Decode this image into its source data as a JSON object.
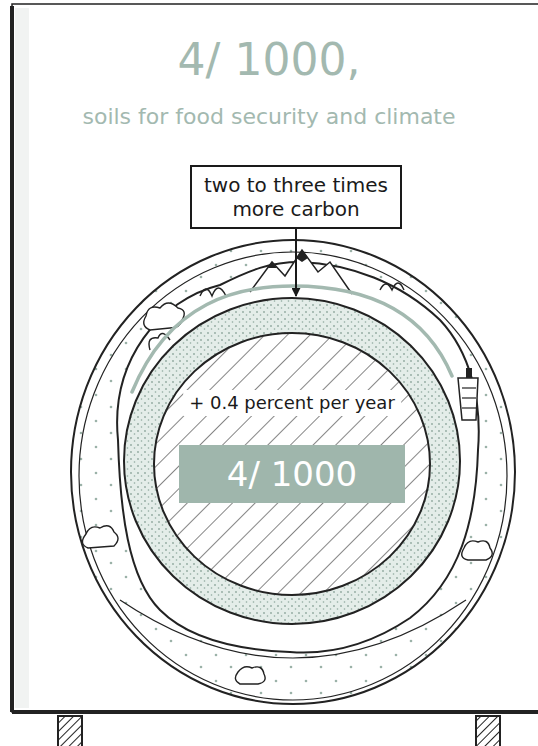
{
  "diagram": {
    "title": "4/ 1000,",
    "nodes": [
      {
        "text": [
          "two to three times more carbon"
        ]
      },
      {
        "text": [
          "+ 0.4 percent per year"
        ]
      },
      {
        "text": [
          "4/ 1000"
        ],
        "in": 1
      }
    ],
    "edges": [
      {
        "from": 0,
        "to": 1,
        "arrow": "to"
      }
    ],
    "labels": [
      "soils for food security and climate"
    ]
  }
}
